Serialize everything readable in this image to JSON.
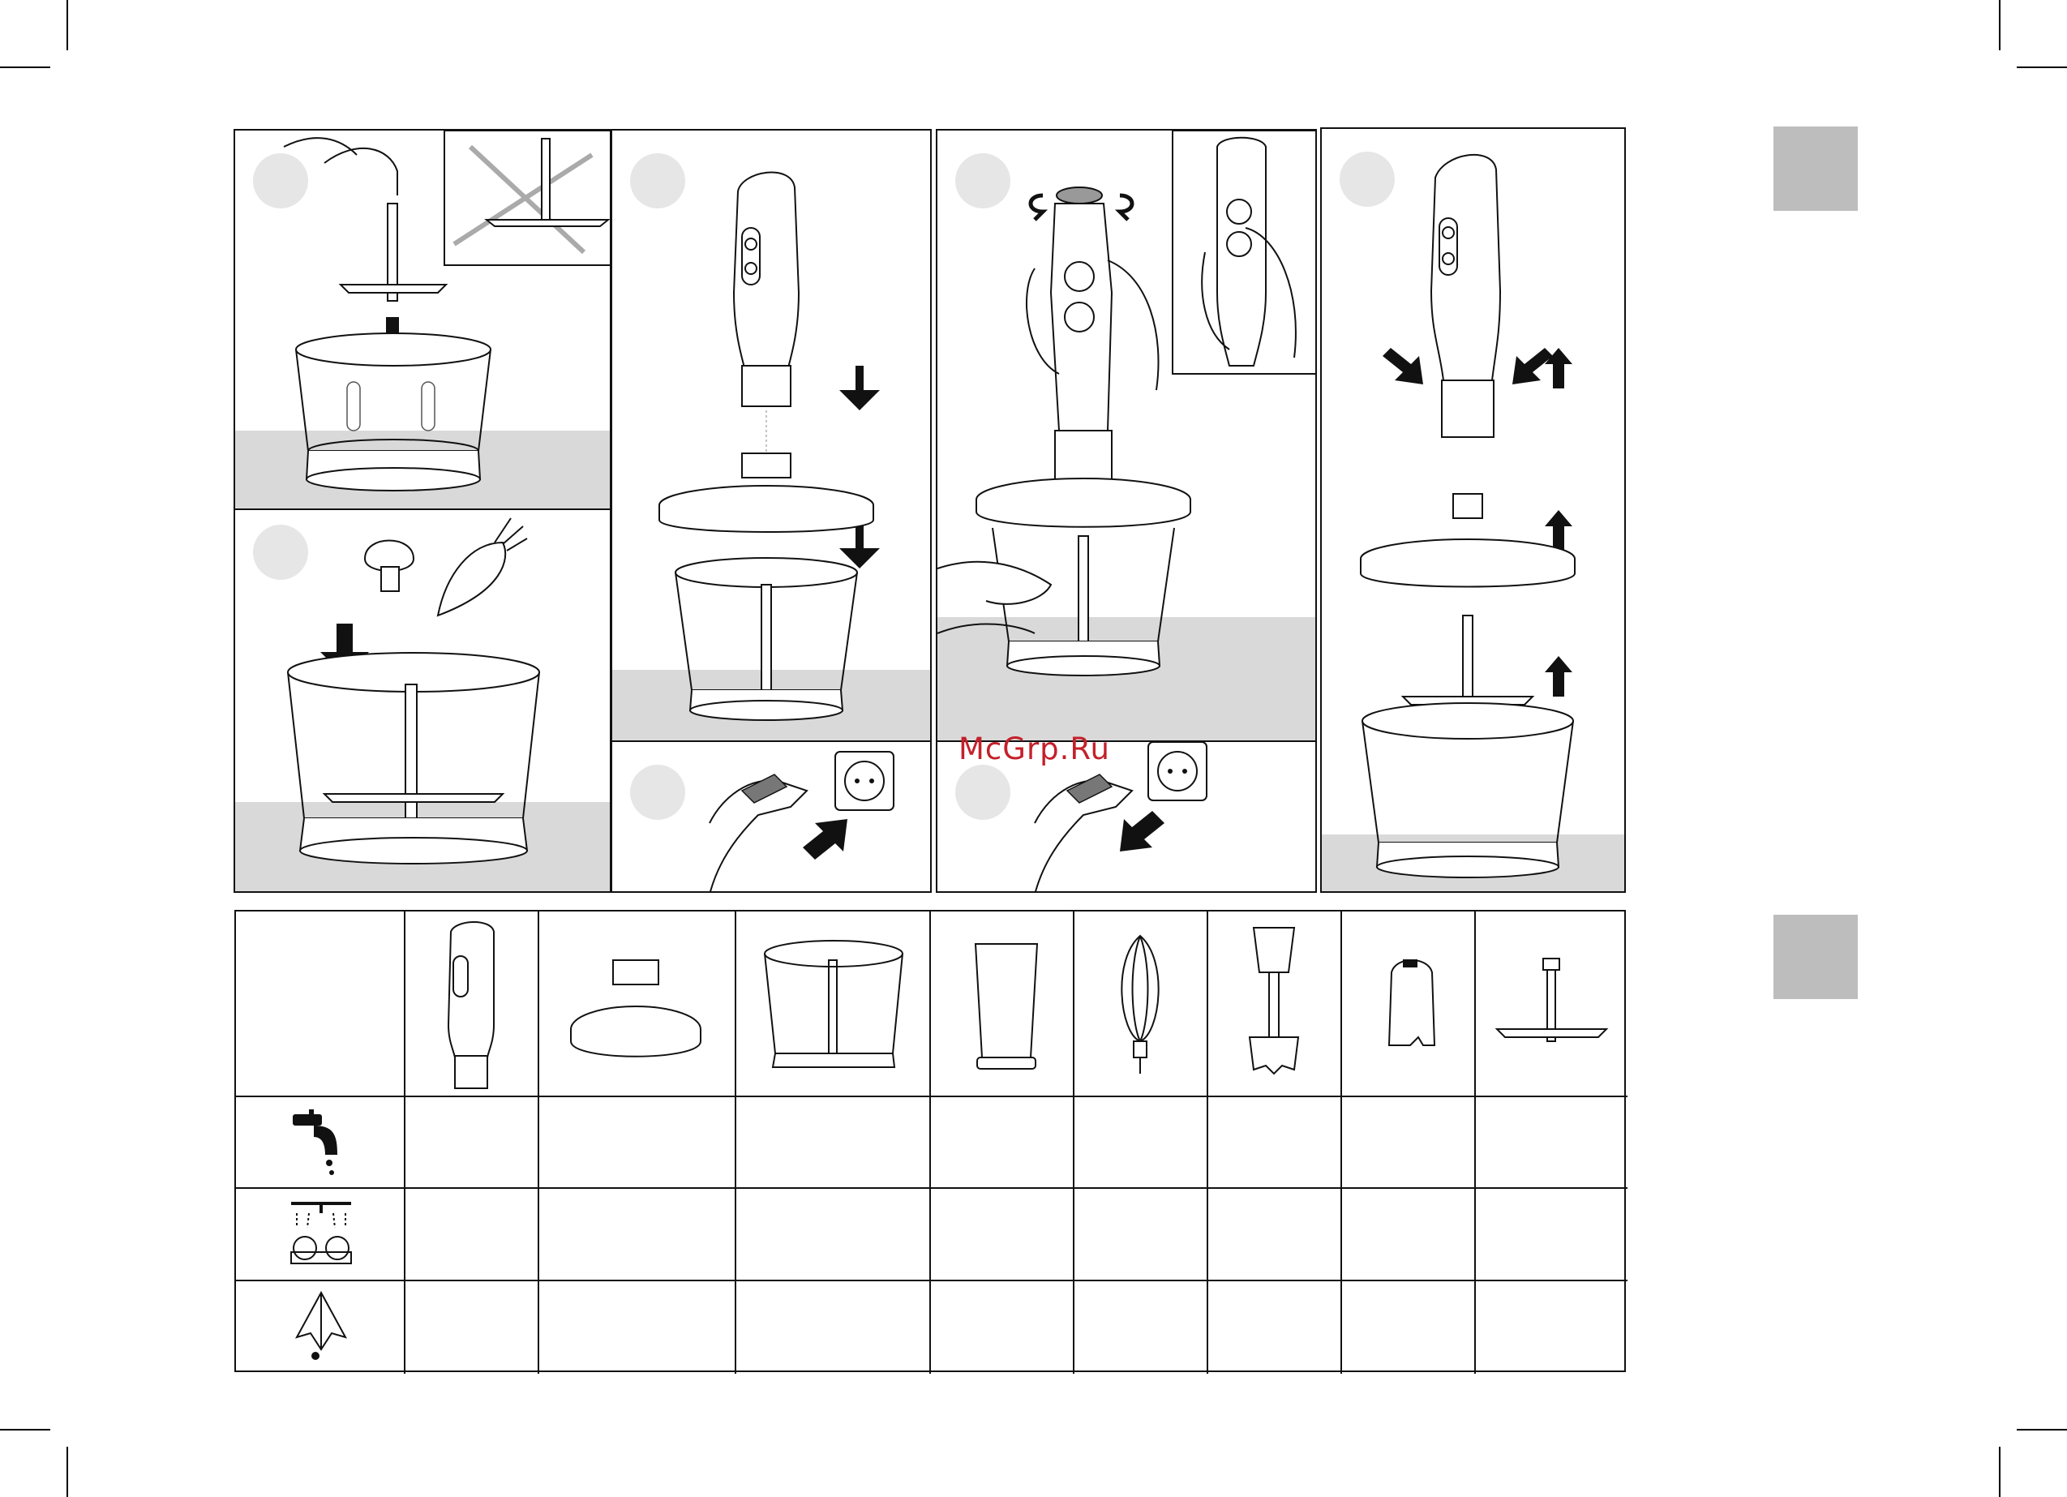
{
  "watermark": "McGrp.Ru",
  "steps": [
    {
      "id": "step-insert-blade",
      "icon": "blade-insert-illustration"
    },
    {
      "id": "step-add-food",
      "icon": "add-food-illustration"
    },
    {
      "id": "step-attach-lid-motor",
      "icon": "attach-motor-illustration"
    },
    {
      "id": "step-plug-in",
      "icon": "plug-in-illustration"
    },
    {
      "id": "step-operate",
      "icon": "operate-illustration"
    },
    {
      "id": "step-unplug",
      "icon": "unplug-illustration"
    },
    {
      "id": "step-disassemble",
      "icon": "disassemble-illustration"
    }
  ],
  "care_table": {
    "parts": [
      "motor-unit",
      "chopper-lid",
      "chopper-bowl",
      "beaker",
      "whisk",
      "blender-shaft",
      "blade-cover",
      "chopper-blade"
    ],
    "methods": [
      "tap-water-icon",
      "dishwasher-icon",
      "wipe-cloth-icon"
    ]
  },
  "colors": {
    "ground": "#d9d9d9",
    "step_circle": "#e6e6e6",
    "tab": "#bdbdbd",
    "watermark": "#c4202a"
  }
}
